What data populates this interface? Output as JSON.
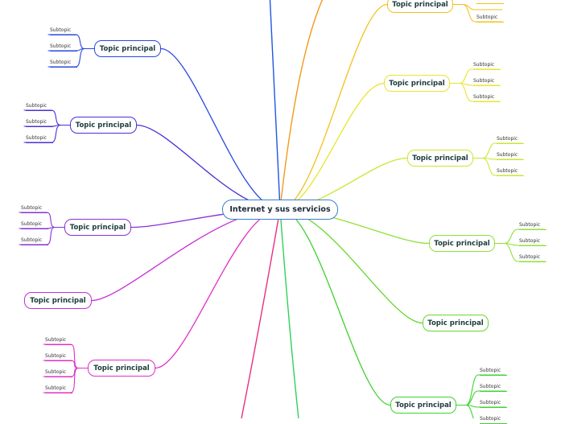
{
  "central": {
    "label": "Internet y sus servicios"
  },
  "topics": [
    {
      "label": "Topic principal",
      "color": "#f2c11d",
      "subtopics": [
        "",
        "Subtopic"
      ]
    },
    {
      "label": "Topic principal",
      "color": "#e8e52a",
      "subtopics": [
        "Subtopic",
        "Subtopic",
        "Subtopic"
      ]
    },
    {
      "label": "Topic principal",
      "color": "#c7e82e",
      "subtopics": [
        "Subtopic",
        "Subtopic",
        "Subtopic"
      ]
    },
    {
      "label": "Topic principal",
      "color": "#8fe136",
      "subtopics": [
        "Subtopic",
        "Subtopic",
        "Subtopic"
      ]
    },
    {
      "label": "Topic principal",
      "color": "#66d72f",
      "subtopics": []
    },
    {
      "label": "Topic principal",
      "color": "#3fd12f",
      "subtopics": [
        "Subtopic",
        "Subtopic",
        "Subtopic",
        "Subtopic"
      ]
    },
    {
      "label": "Topic principal",
      "color": "#2848e0",
      "subtopics": [
        "Subtopic",
        "Subtopic",
        "Subtopic"
      ]
    },
    {
      "label": "Topic principal",
      "color": "#4a30d6",
      "subtopics": [
        "Subtopic",
        "Subtopic",
        "Subtopic"
      ]
    },
    {
      "label": "Topic principal",
      "color": "#8a2fd6",
      "subtopics": [
        "Subtopic",
        "Subtopic",
        "Subtopic"
      ]
    },
    {
      "label": "Topic principal",
      "color": "#c62fd6",
      "subtopics": []
    },
    {
      "label": "Topic principal",
      "color": "#e030c8",
      "subtopics": [
        "Subtopic",
        "Subtopic",
        "Subtopic",
        "Subtopic"
      ]
    }
  ],
  "offscreen_branches": [
    {
      "color": "#1f57e0"
    },
    {
      "color": "#f29a1a"
    },
    {
      "color": "#2fd15a"
    },
    {
      "color": "#e83080"
    }
  ]
}
